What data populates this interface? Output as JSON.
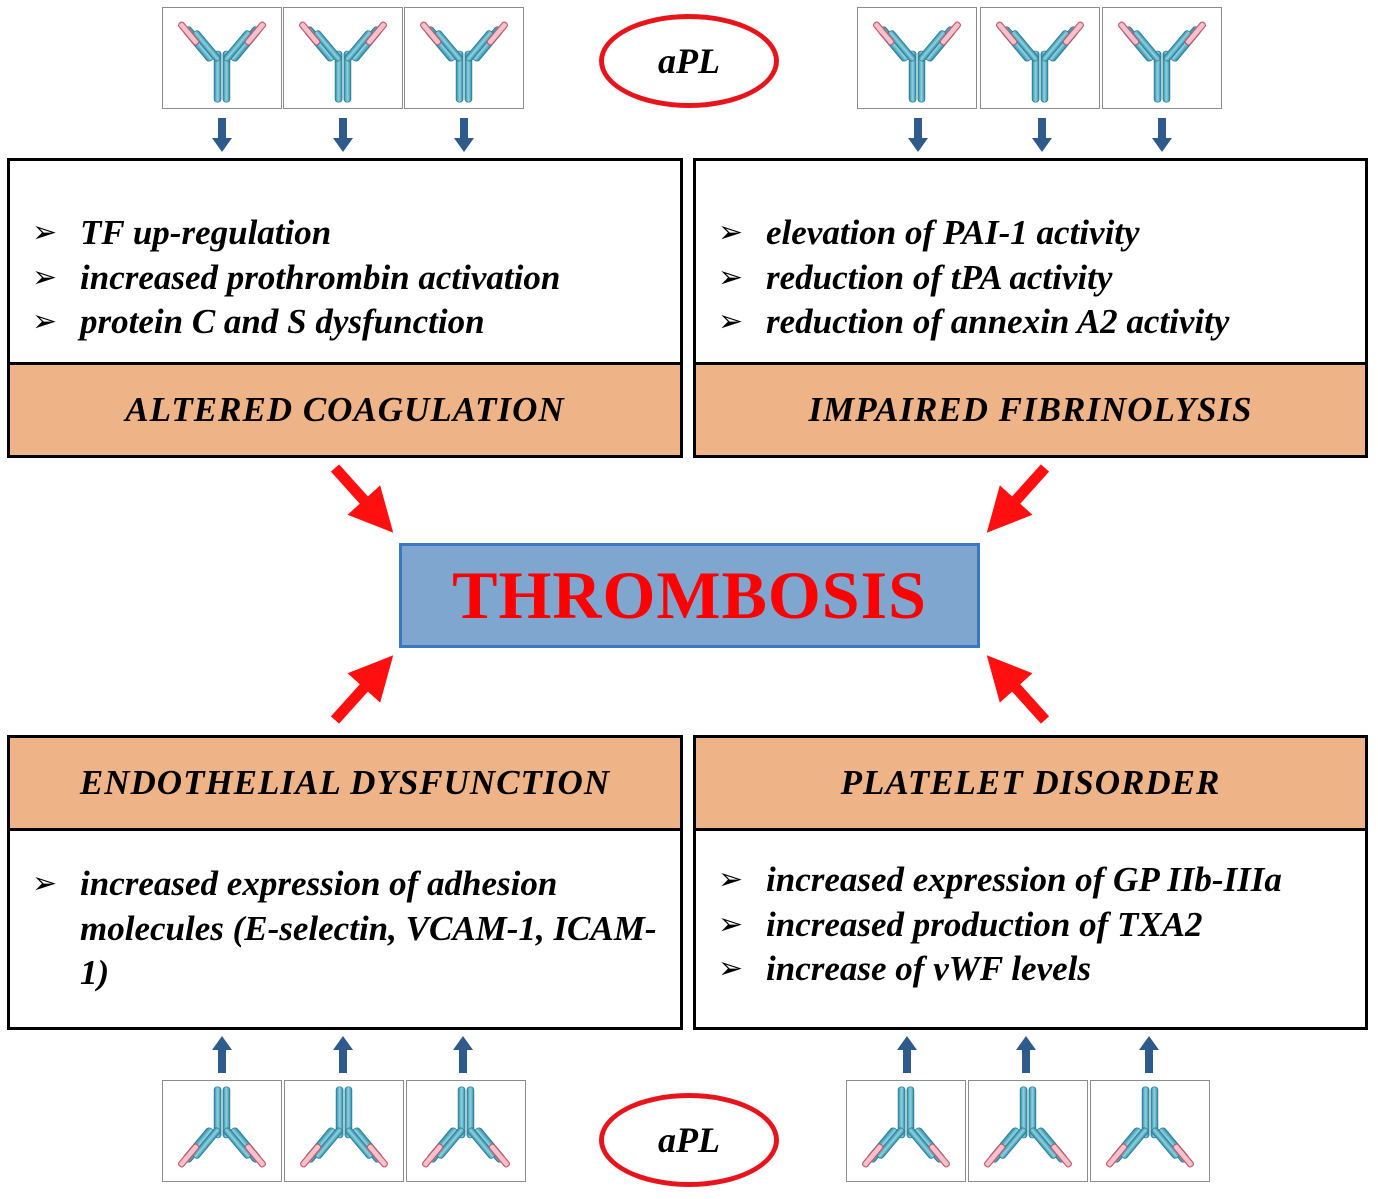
{
  "center": {
    "label": "THROMBOSIS"
  },
  "ovals": {
    "top": "aPL",
    "bottom": "aPL"
  },
  "panels": {
    "coagulation": {
      "title": "ALTERED COAGULATION",
      "items": [
        "TF up-regulation",
        "increased prothrombin activation",
        "protein C and S dysfunction"
      ]
    },
    "fibrinolysis": {
      "title": "IMPAIRED FIBRINOLYSIS",
      "items": [
        "elevation of PAI-1 activity",
        "reduction of tPA activity",
        "reduction of annexin A2 activity"
      ]
    },
    "endothelial": {
      "title": "ENDOTHELIAL DYSFUNCTION",
      "items": [
        "increased expression of adhesion molecules (E-selectin, VCAM-1, ICAM-1)"
      ]
    },
    "platelet": {
      "title": "PLATELET DISORDER",
      "items": [
        "increased expression of GP IIb-IIIa",
        "increased production of TXA2",
        "increase of vWF levels"
      ]
    }
  },
  "bullet_symbol": "➢",
  "colors": {
    "band": "#eeb386",
    "center_fill": "#7ea6cf",
    "center_border": "#3a78c3",
    "center_text": "#ff0000",
    "oval": "#e8141b",
    "red_arrow": "#ff0f0f",
    "blue_arrow": "#2e5a8c",
    "antibody": "#4aa7be",
    "antibody_tip": "#c8566a"
  }
}
